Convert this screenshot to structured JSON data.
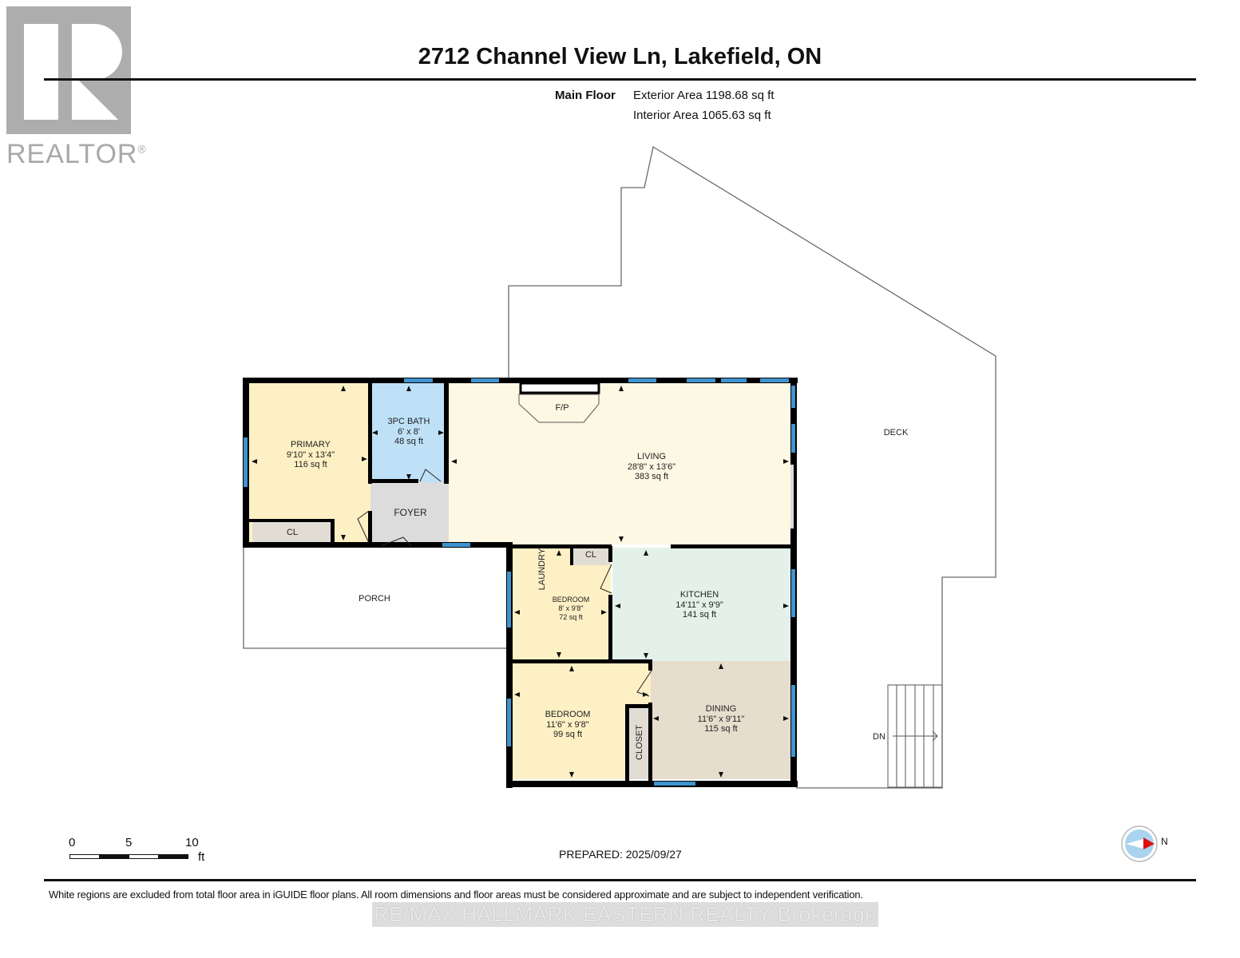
{
  "header": {
    "logo_text": "REALTOR",
    "logo_mark": "®",
    "title": "2712 Channel View Ln, Lakefield, ON",
    "floor_label": "Main Floor",
    "exterior_area": "Exterior Area 1198.68 sq ft",
    "interior_area": "Interior Area 1065.63 sq ft"
  },
  "colors": {
    "bedroom": "#fdf0c4",
    "bath": "#bfe1f7",
    "foyer": "#dcdcdc",
    "living": "#fdf8e4",
    "kitchen": "#e4f1ea",
    "dining": "#e7ddcd",
    "closet": "#e2ddd4",
    "window": "#3f93cf",
    "wall": "#000000",
    "outline": "#6a6a6a"
  },
  "rooms": {
    "primary": {
      "name": "PRIMARY",
      "dims": "9'10\" x 13'4\"",
      "area": "116 sq ft"
    },
    "bath": {
      "name": "3PC BATH",
      "dims": "6' x 8'",
      "area": "48 sq ft"
    },
    "foyer": {
      "name": "FOYER"
    },
    "closet_primary": {
      "name": "CL"
    },
    "living": {
      "name": "LIVING",
      "dims": "28'8\" x 13'6\"",
      "area": "383 sq ft"
    },
    "fireplace": {
      "name": "F/P"
    },
    "laundry": {
      "name": "LAUNDRY"
    },
    "closet_small": {
      "name": "CL"
    },
    "bedroom_small": {
      "name": "BEDROOM",
      "dims": "8' x 9'8\"",
      "area": "72 sq ft"
    },
    "kitchen": {
      "name": "KITCHEN",
      "dims": "14'11\" x 9'9\"",
      "area": "141 sq ft"
    },
    "bedroom_large": {
      "name": "BEDROOM",
      "dims": "11'6\" x 9'8\"",
      "area": "99 sq ft"
    },
    "closet_bed": {
      "name": "CLOSET"
    },
    "dining": {
      "name": "DINING",
      "dims": "11'6\" x 9'11\"",
      "area": "115 sq ft"
    },
    "porch": {
      "name": "PORCH"
    },
    "deck": {
      "name": "DECK"
    },
    "stairs": {
      "name": "DN"
    }
  },
  "scale_bar": {
    "labels": [
      "0",
      "5",
      "10"
    ],
    "unit": "ft"
  },
  "prepared": "PREPARED: 2025/09/27",
  "compass": {
    "label": "N"
  },
  "footer": {
    "disclaimer": "White regions are excluded from total floor area in iGUIDE floor plans. All room dimensions and floor areas must be considered approximate and are subject to independent verification.",
    "brokerage": "RE/MAX HALLMARK EASTERN REALTY  Brokerage"
  }
}
